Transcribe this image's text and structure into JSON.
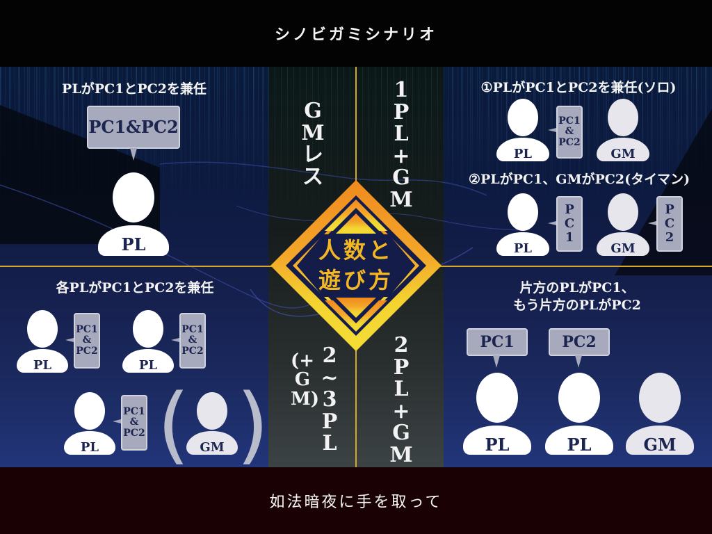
{
  "header": {
    "title": "シノビガミシナリオ"
  },
  "footer": {
    "subtitle": "如法暗夜に手を取って"
  },
  "center": {
    "label_line1": "人数と",
    "label_line2": "遊び方",
    "top_left": "GMレス",
    "top_right": "1PL+GM",
    "bottom_right": "2PL+GM",
    "bottom_left_main": "2~3PL",
    "bottom_left_paren": "(+GM)"
  },
  "colors": {
    "accent_gold": "#d7a82a",
    "diamond_orange": "#f08a1e",
    "diamond_yellow": "#f3d230",
    "diamond_inner": "#141c4a",
    "bubble_fill": "#a7a9bc",
    "icon_text": "#1c2450"
  },
  "quadrants": {
    "top_left": {
      "title": "PLがPC1とPC2を兼任",
      "bubble": "PC1&PC2",
      "person": "PL"
    },
    "top_right": {
      "case1": {
        "title": "①PLがPC1とPC2を兼任(ソロ)",
        "pl": "PL",
        "bubble": [
          "PC1",
          "&",
          "PC2"
        ],
        "gm": "GM"
      },
      "case2": {
        "title": "②PLがPC1、GMがPC2(タイマン)",
        "pl": "PL",
        "pl_bubble": [
          "P",
          "C",
          "1"
        ],
        "gm": "GM",
        "gm_bubble": [
          "P",
          "C",
          "2"
        ]
      }
    },
    "bottom_left": {
      "title": "各PLがPC1とPC2を兼任",
      "players": [
        {
          "label": "PL",
          "bubble": [
            "PC1",
            "&",
            "PC2"
          ]
        },
        {
          "label": "PL",
          "bubble": [
            "PC1",
            "&",
            "PC2"
          ]
        },
        {
          "label": "PL",
          "bubble": [
            "PC1",
            "&",
            "PC2"
          ]
        }
      ],
      "gm": "GM",
      "paren_open": "(",
      "paren_close": ")"
    },
    "bottom_right": {
      "title_line1": "片方のPLがPC1、",
      "title_line2": "もう片方のPLがPC2",
      "players": [
        {
          "label": "PL",
          "bubble": "PC1"
        },
        {
          "label": "PL",
          "bubble": "PC2"
        }
      ],
      "gm": "GM"
    }
  }
}
